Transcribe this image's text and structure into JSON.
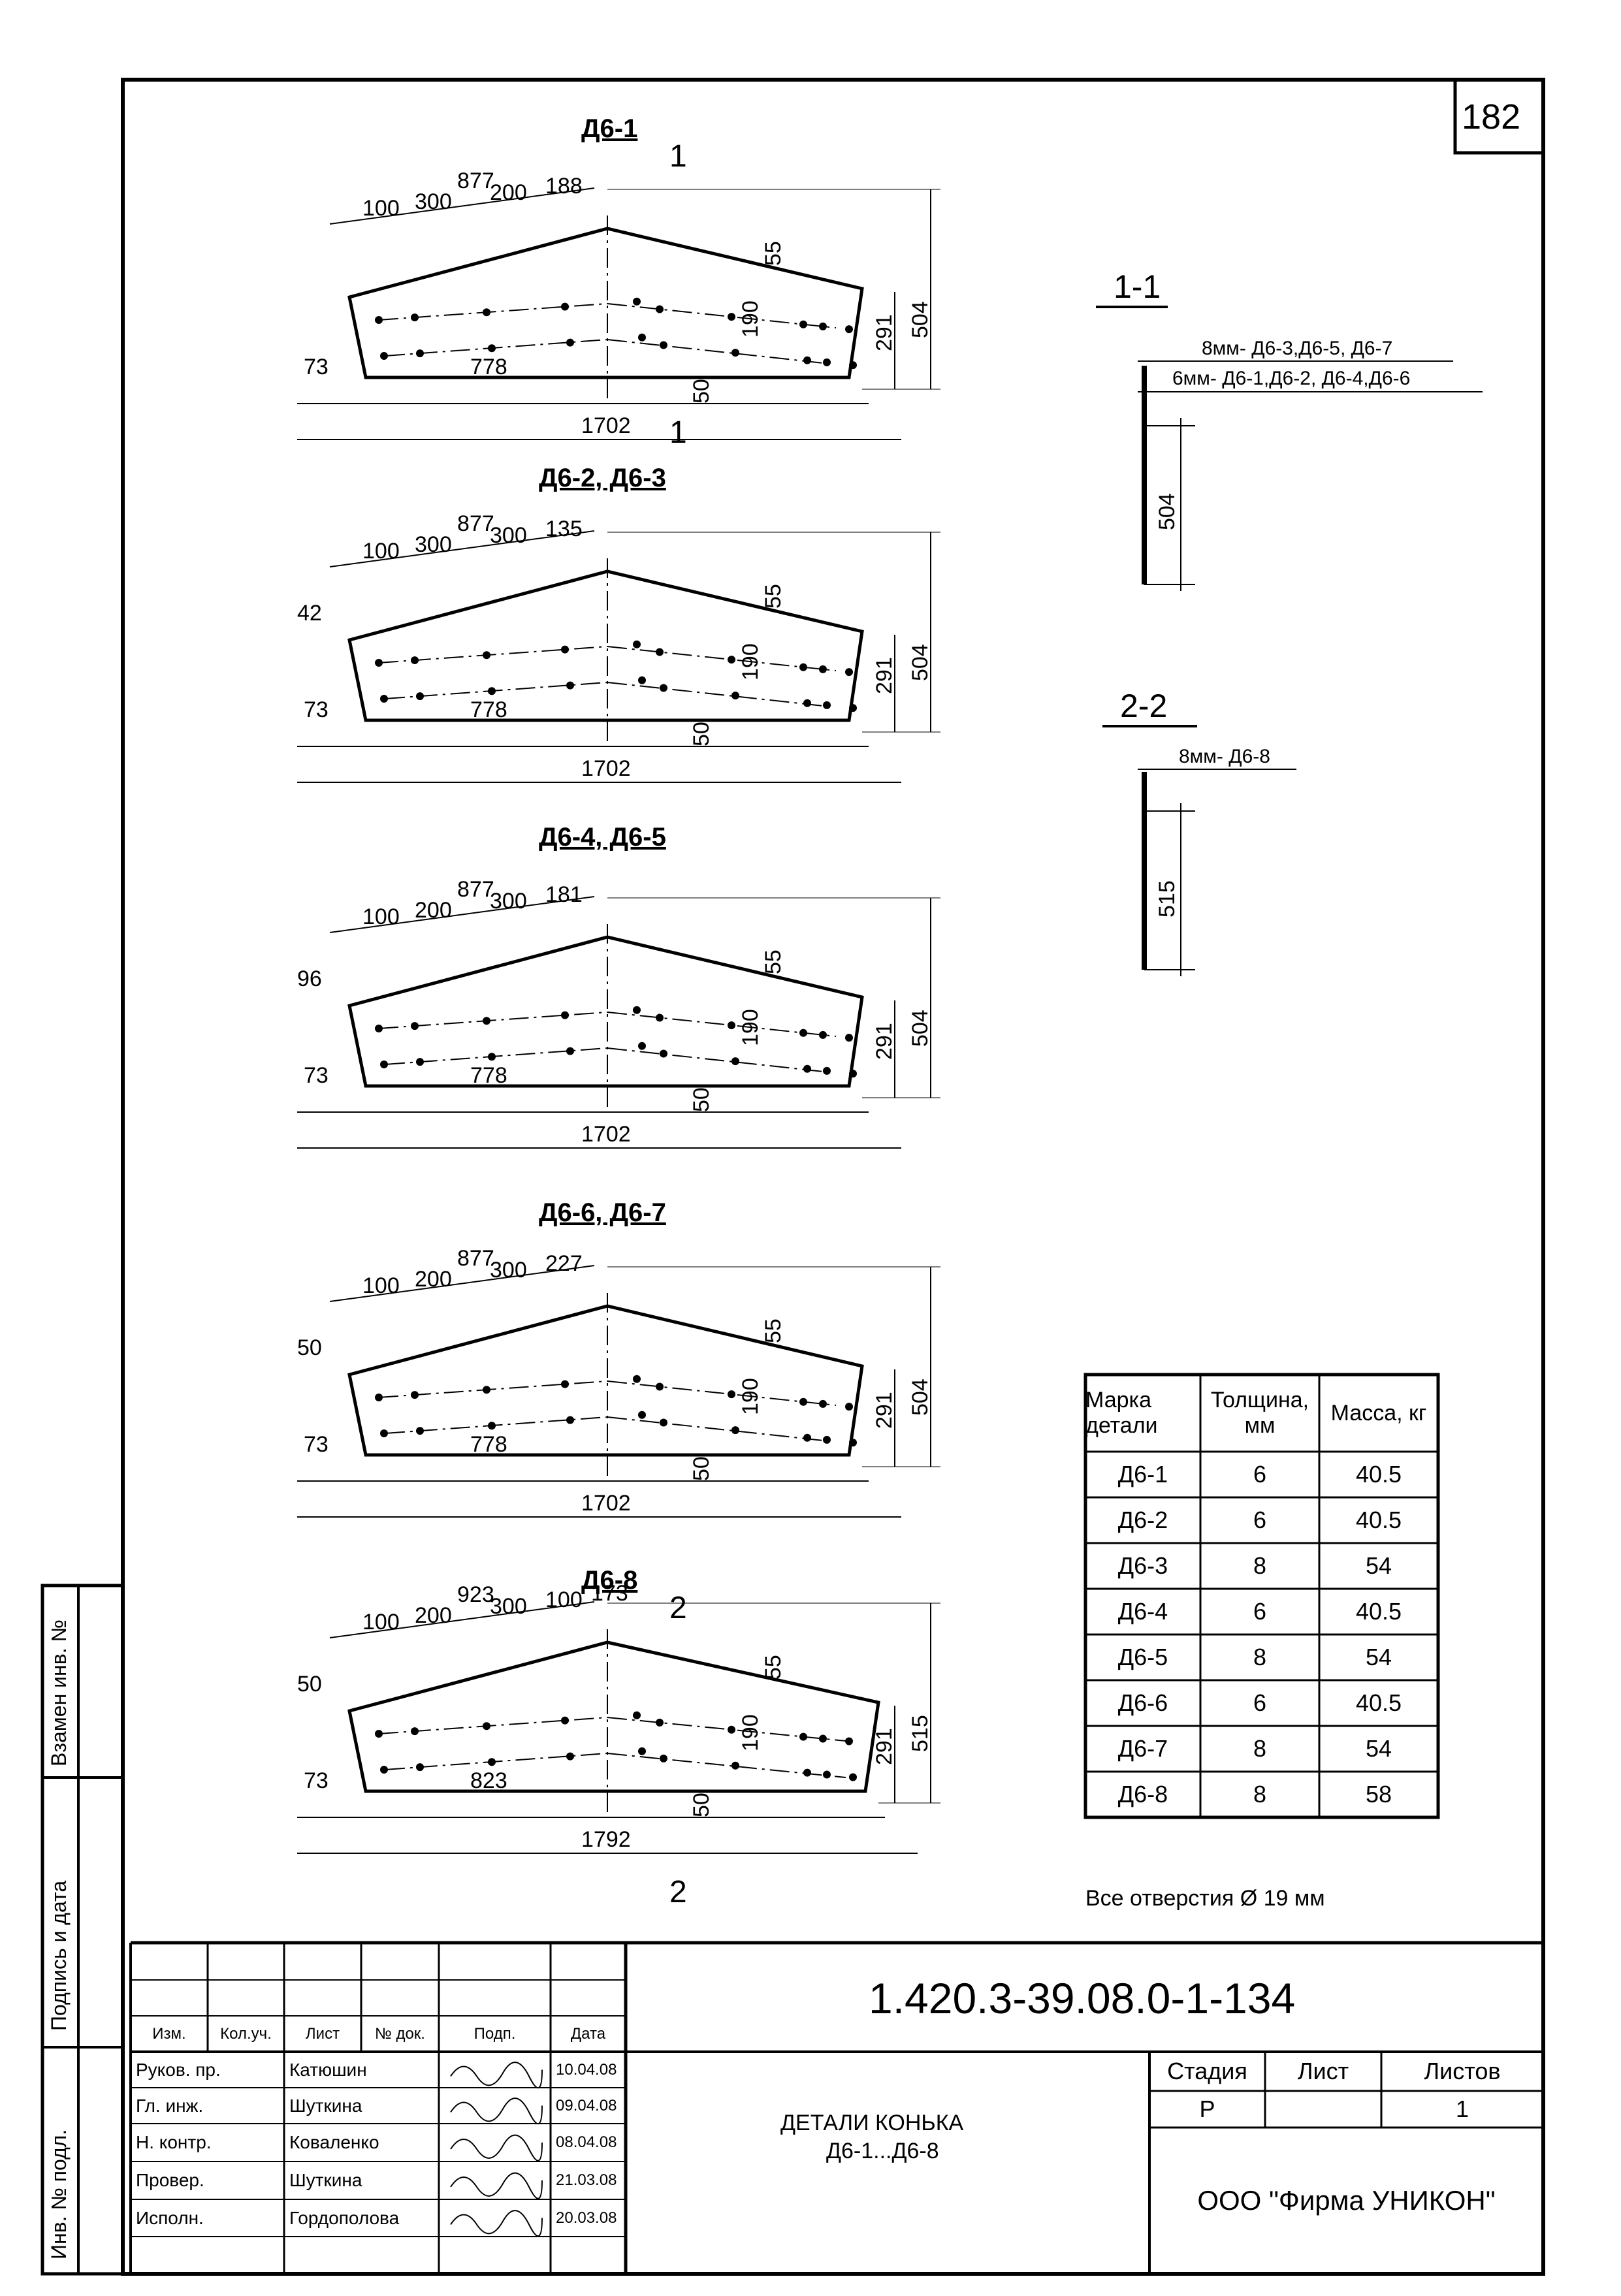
{
  "sheet_number": "182",
  "drawings": [
    {
      "title": "Д6-1",
      "dims": {
        "top_span": "877",
        "a": "100",
        "b": "300",
        "c": "200",
        "d": "188",
        "left_offset": "",
        "bottom_left": "73",
        "bottom": "778",
        "total": "1702",
        "height": "504",
        "right_h": "291",
        "mid": "190",
        "edge": "55",
        "base": "50"
      },
      "section_marks": [
        "1",
        "1"
      ]
    },
    {
      "title": "Д6-2, Д6-3",
      "dims": {
        "top_span": "877",
        "a": "100",
        "b": "300",
        "c": "300",
        "d": "135",
        "left_offset": "42",
        "bottom_left": "73",
        "bottom": "778",
        "total": "1702",
        "height": "504",
        "right_h": "291",
        "mid": "190",
        "edge": "55",
        "base": "50"
      }
    },
    {
      "title": "Д6-4, Д6-5",
      "dims": {
        "top_span": "877",
        "a": "100",
        "b": "200",
        "c": "300",
        "d": "181",
        "left_offset": "96",
        "bottom_left": "73",
        "bottom": "778",
        "total": "1702",
        "height": "504",
        "right_h": "291",
        "mid": "190",
        "edge": "55",
        "base": "50"
      }
    },
    {
      "title": "Д6-6, Д6-7",
      "dims": {
        "top_span": "877",
        "a": "100",
        "b": "200",
        "c": "300",
        "d": "227",
        "left_offset": "50",
        "bottom_left": "73",
        "bottom": "778",
        "total": "1702",
        "height": "504",
        "right_h": "291",
        "mid": "190",
        "edge": "55",
        "base": "50"
      }
    },
    {
      "title": "Д6-8",
      "dims": {
        "top_span": "923",
        "a": "100",
        "b": "200",
        "c": "300",
        "d": "100",
        "e": "173",
        "left_offset": "50",
        "bottom_left": "73",
        "bottom": "823",
        "total": "1792",
        "height": "515",
        "right_h": "291",
        "mid": "190",
        "edge": "55",
        "base": "50"
      },
      "section_marks": [
        "2",
        "2"
      ]
    }
  ],
  "sections": [
    {
      "title": "1-1",
      "note1": "8мм-  Д6-3,Д6-5, Д6-7",
      "note2": "6мм-  Д6-1,Д6-2, Д6-4,Д6-6",
      "height": "504"
    },
    {
      "title": "2-2",
      "note1": "8мм- Д6-8",
      "height": "515"
    }
  ],
  "spec_table": {
    "headers": [
      "Марка детали",
      "Толщина, мм",
      "Масса, кг"
    ],
    "rows": [
      [
        "Д6-1",
        "6",
        "40.5"
      ],
      [
        "Д6-2",
        "6",
        "40.5"
      ],
      [
        "Д6-3",
        "8",
        "54"
      ],
      [
        "Д6-4",
        "6",
        "40.5"
      ],
      [
        "Д6-5",
        "8",
        "54"
      ],
      [
        "Д6-6",
        "6",
        "40.5"
      ],
      [
        "Д6-7",
        "8",
        "54"
      ],
      [
        "Д6-8",
        "8",
        "58"
      ]
    ]
  },
  "holes_note": "Все отверстия Ø 19 мм",
  "side_stamp": [
    "Взамен инв. №",
    "Подпись и дата",
    "Инв. № подл."
  ],
  "title_block": {
    "doc_code": "1.420.3-39.08.0-1-134",
    "col_headers": [
      "Изм.",
      "Кол.уч.",
      "Лист",
      "№ док.",
      "Подп.",
      "Дата"
    ],
    "staff": [
      {
        "role": "Руков. пр.",
        "name": "Катюшин",
        "date": "10.04.08"
      },
      {
        "role": "Гл. инж.",
        "name": "Шуткина",
        "date": "09.04.08"
      },
      {
        "role": "Н. контр.",
        "name": "Коваленко",
        "date": "08.04.08"
      },
      {
        "role": "Провер.",
        "name": "Шуткина",
        "date": "21.03.08"
      },
      {
        "role": "Исполн.",
        "name": "Гордополова",
        "date": "20.03.08"
      }
    ],
    "title_line1": "ДЕТАЛИ КОНЬКА",
    "title_line2": "Д6-1...Д6-8",
    "stage_label": "Стадия",
    "sheet_label": "Лист",
    "sheets_label": "Листов",
    "stage_value": "Р",
    "sheet_value": "",
    "sheets_value": "1",
    "company": "ООО \"Фирма УНИКОН\""
  }
}
